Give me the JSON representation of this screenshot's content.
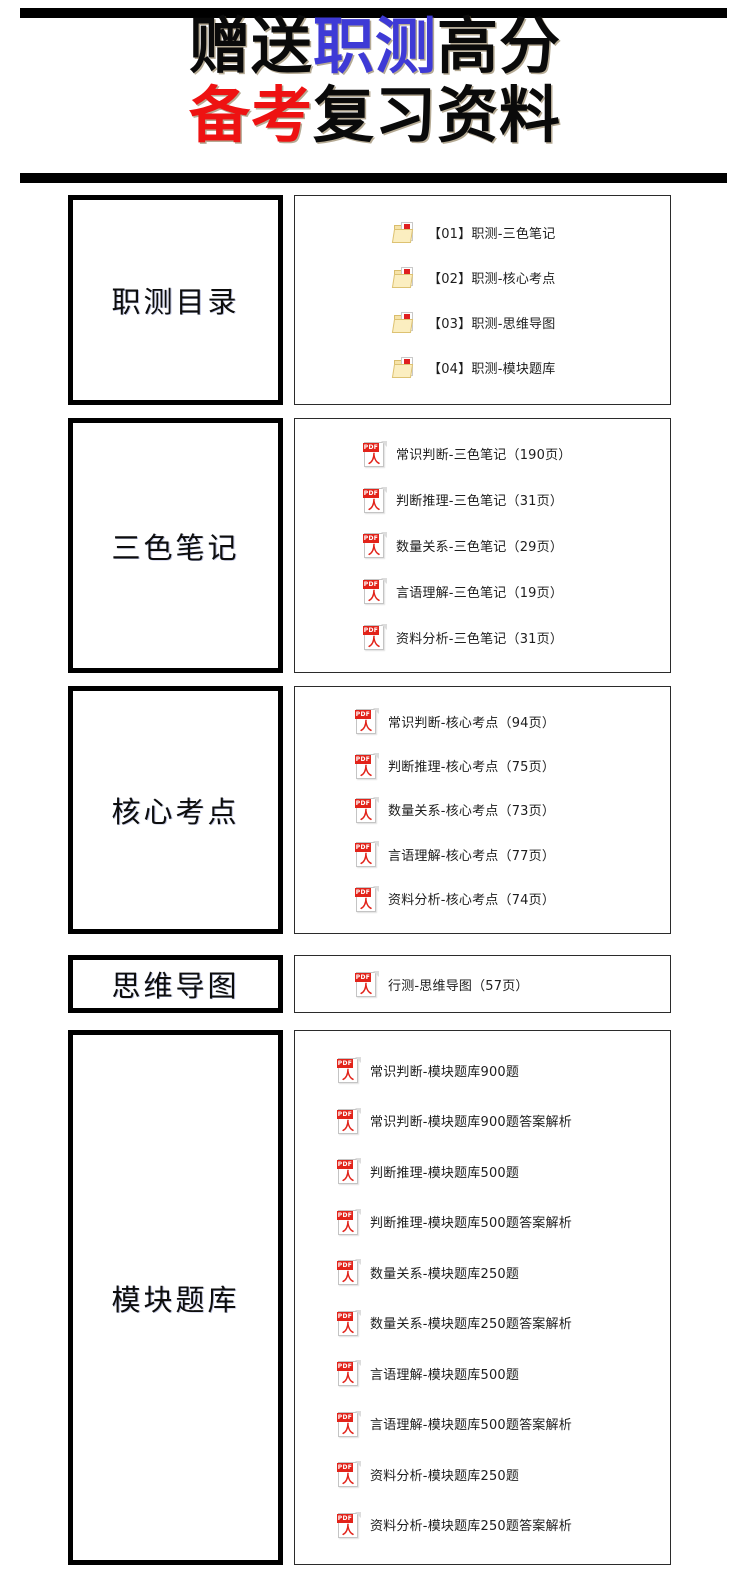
{
  "header": {
    "line1": [
      {
        "text": "赠送",
        "color": "#0a0a0a"
      },
      {
        "text": "职测",
        "color": "#3e3ad6"
      },
      {
        "text": "高分",
        "color": "#0a0a0a"
      }
    ],
    "line2": [
      {
        "text": "备考",
        "color": "#ee1212"
      },
      {
        "text": "复习资料",
        "color": "#0a0a0a"
      }
    ],
    "line1_plain": "赠送职测高分",
    "line2_plain": "备考复习资料"
  },
  "colors": {
    "accent_blue": "#3e3ad6",
    "accent_red": "#ee1212",
    "ink": "#0a0a0a",
    "pdf_red": "#e2231a",
    "folder_yellow": "#f6e3a8"
  },
  "sections": [
    {
      "label": "职测目录",
      "icon": "folder-icon",
      "items": [
        {
          "label": "【01】职测-三色笔记"
        },
        {
          "label": "【02】职测-核心考点"
        },
        {
          "label": "【03】职测-思维导图"
        },
        {
          "label": "【04】职测-模块题库"
        }
      ]
    },
    {
      "label": "三色笔记",
      "icon": "pdf-icon",
      "items": [
        {
          "label": "常识判断-三色笔记（190页）"
        },
        {
          "label": "判断推理-三色笔记（31页）"
        },
        {
          "label": "数量关系-三色笔记（29页）"
        },
        {
          "label": "言语理解-三色笔记（19页）"
        },
        {
          "label": "资料分析-三色笔记（31页）"
        }
      ]
    },
    {
      "label": "核心考点",
      "icon": "pdf-icon",
      "items": [
        {
          "label": "常识判断-核心考点（94页）"
        },
        {
          "label": "判断推理-核心考点（75页）"
        },
        {
          "label": "数量关系-核心考点（73页）"
        },
        {
          "label": "言语理解-核心考点（77页）"
        },
        {
          "label": "资料分析-核心考点（74页）"
        }
      ]
    },
    {
      "label": "思维导图",
      "icon": "pdf-icon",
      "items": [
        {
          "label": "行测-思维导图（57页）"
        }
      ]
    },
    {
      "label": "模块题库",
      "icon": "pdf-icon",
      "items": [
        {
          "label": "常识判断-模块题库900题"
        },
        {
          "label": "常识判断-模块题库900题答案解析"
        },
        {
          "label": "判断推理-模块题库500题"
        },
        {
          "label": "判断推理-模块题库500题答案解析"
        },
        {
          "label": "数量关系-模块题库250题"
        },
        {
          "label": "数量关系-模块题库250题答案解析"
        },
        {
          "label": "言语理解-模块题库500题"
        },
        {
          "label": "言语理解-模块题库500题答案解析"
        },
        {
          "label": "资料分析-模块题库250题"
        },
        {
          "label": "资料分析-模块题库250题答案解析"
        }
      ]
    }
  ],
  "icon_labels": {
    "pdf_banner": "PDF",
    "acrobat_glyph": "人"
  }
}
